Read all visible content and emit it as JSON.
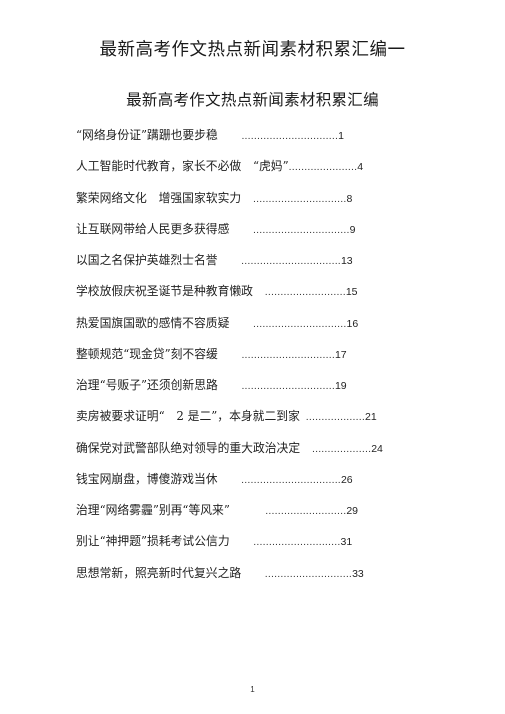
{
  "document": {
    "title": "最新高考作文热点新闻素材积累汇编一",
    "subtitle": "最新高考作文热点新闻素材积累汇编",
    "page_number": "1"
  },
  "toc": [
    {
      "title": "“网络身份证”蹒跚也要步稳",
      "leader": "...............................",
      "page": "1"
    },
    {
      "title": "人工智能时代教育，家长不必做　“虎妈”",
      "leader": "......................",
      "page": "4"
    },
    {
      "title": "繁荣网络文化　增强国家软实力",
      "leader": "..............................",
      "page": "8"
    },
    {
      "title": "让互联网带给人民更多获得感",
      "leader": "...............................",
      "page": "9"
    },
    {
      "title": "以国之名保护英雄烈士名誉",
      "leader": "................................",
      "page": "13"
    },
    {
      "title": "学校放假庆祝圣诞节是种教育懒政",
      "leader": "..........................",
      "page": "15"
    },
    {
      "title": "热爱国旗国歌的感情不容质疑",
      "leader": "..............................",
      "page": "16"
    },
    {
      "title": "整顿规范“现金贷”刻不容缓",
      "leader": "..............................",
      "page": "17"
    },
    {
      "title": "治理“号贩子”还须创新思路",
      "leader": "..............................",
      "page": "19"
    },
    {
      "title": "卖房被要求证明“　2 是二”，本身就二到家",
      "leader": "...................",
      "page": "21"
    },
    {
      "title": "确保党对武警部队绝对领导的重大政治决定",
      "leader": "...................",
      "page": "24"
    },
    {
      "title": "钱宝网崩盘，博傻游戏当休",
      "leader": "................................",
      "page": "26"
    },
    {
      "title": "治理“网络雾霾”别再“等风来”",
      "leader": "..........................",
      "page": "29"
    },
    {
      "title": "别让“神押题”损耗考试公信力",
      "leader": "............................",
      "page": "31"
    },
    {
      "title": "思想常新，照亮新时代复兴之路",
      "leader": "............................",
      "page": "33"
    }
  ]
}
